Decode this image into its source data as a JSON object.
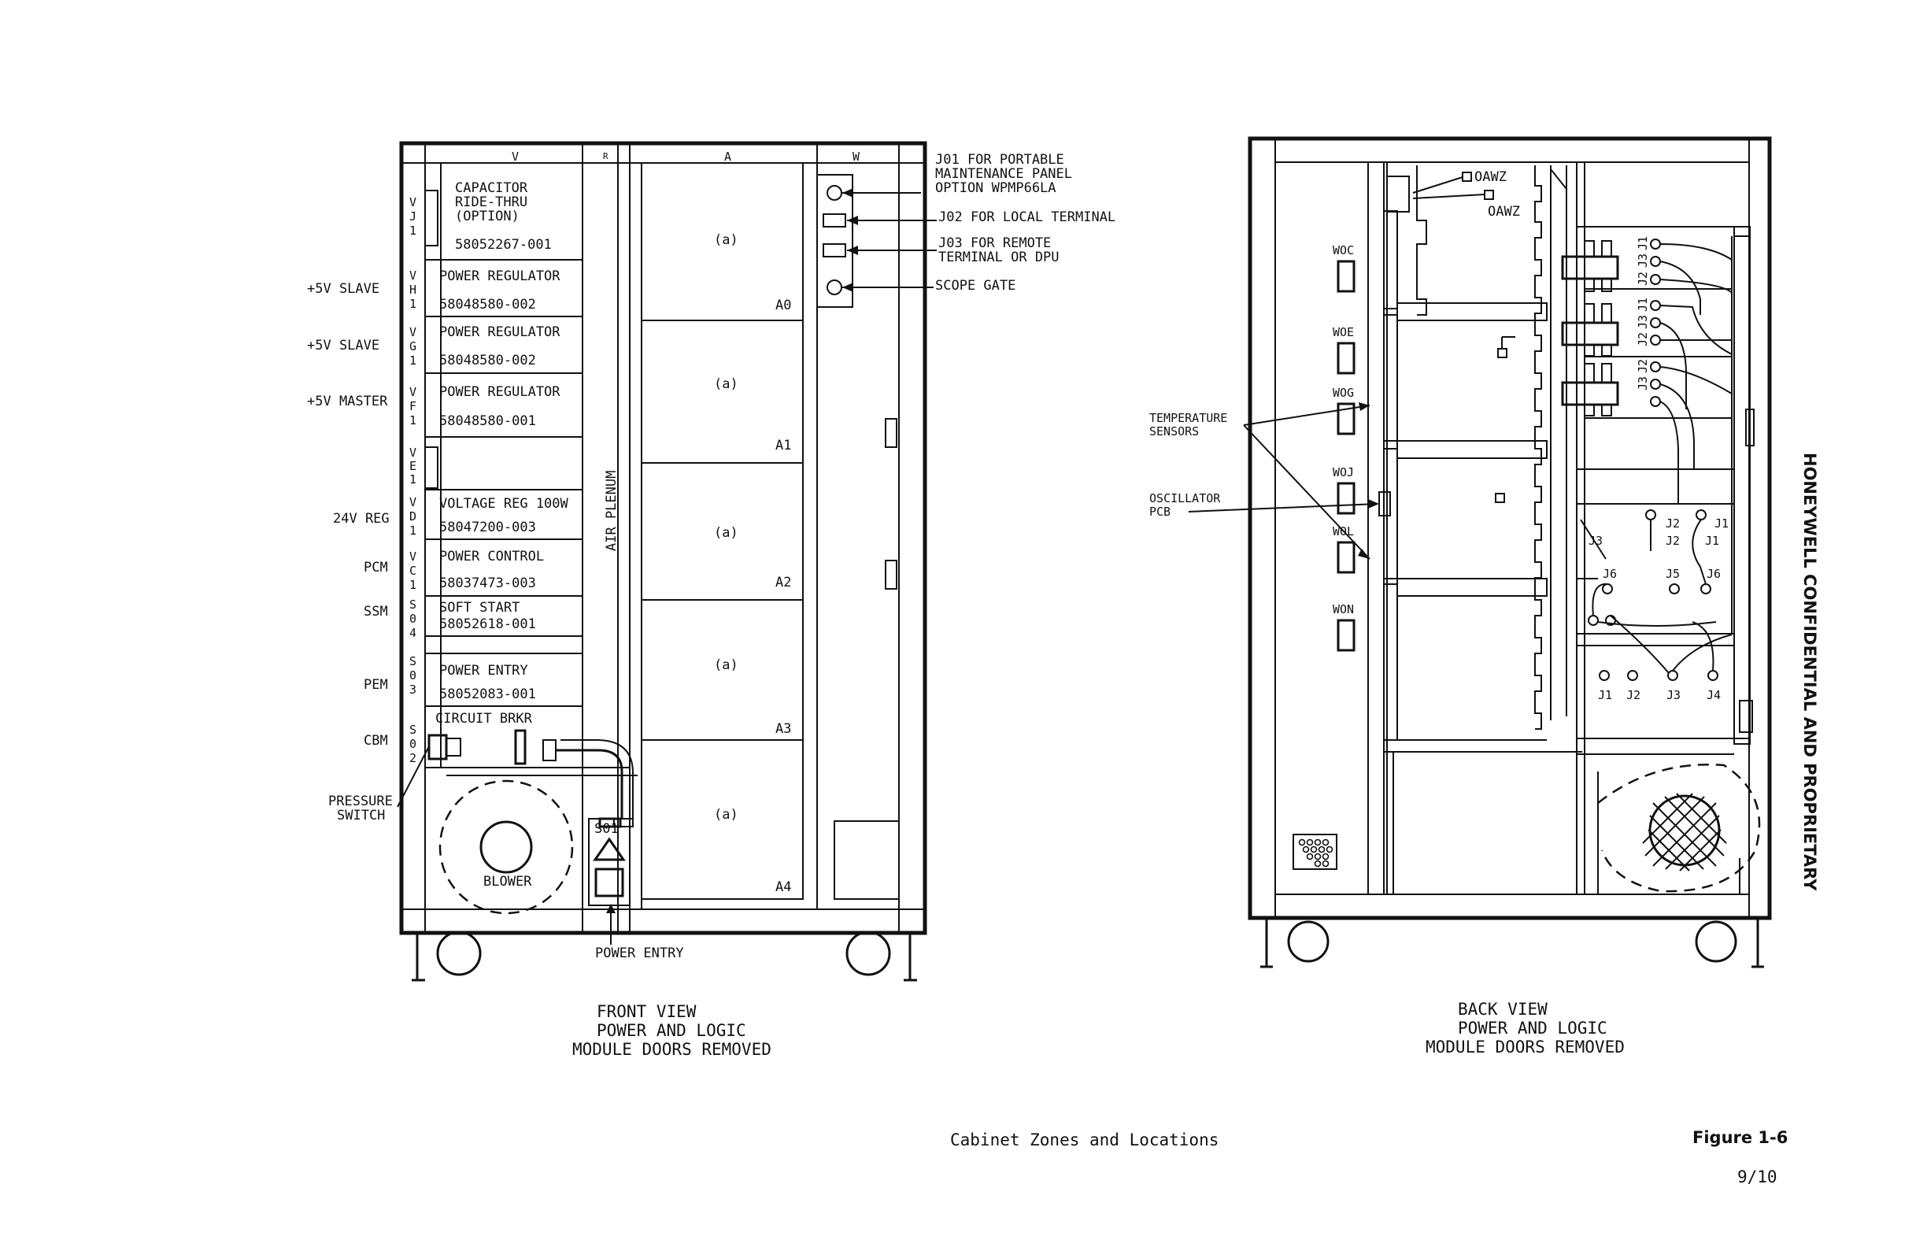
{
  "front_view": {
    "column_headers": [
      "V",
      "R",
      "A",
      "W"
    ],
    "slot_codes": {
      "vj1": [
        "V",
        "J",
        "1"
      ],
      "vh1": [
        "V",
        "H",
        "1"
      ],
      "vg1": [
        "V",
        "G",
        "1"
      ],
      "vf1": [
        "V",
        "F",
        "1"
      ],
      "ve1": [
        "V",
        "E",
        "1"
      ],
      "vd1": [
        "V",
        "D",
        "1"
      ],
      "vc1": [
        "V",
        "C",
        "1"
      ],
      "s04": [
        "S",
        "0",
        "4"
      ],
      "s03": [
        "S",
        "0",
        "3"
      ],
      "s02": [
        "S",
        "0",
        "2"
      ]
    },
    "modules": {
      "capacitor": [
        "CAPACITOR",
        "RIDE-THRU",
        "(OPTION)"
      ],
      "capacitor_pn": "58052267-001",
      "reg1": "POWER REGULATOR",
      "reg1_pn": "58048580-002",
      "reg2": "POWER REGULATOR",
      "reg2_pn": "58048580-002",
      "reg3": "POWER REGULATOR",
      "reg3_pn": "58048580-001",
      "vreg": "VOLTAGE REG 100W",
      "vreg_pn": "58047200-003",
      "pctl": "POWER CONTROL",
      "pctl_pn": "58037473-003",
      "soft": "SOFT START",
      "soft_pn": "58052618-001",
      "pentry": "POWER ENTRY",
      "pentry_pn": "58052083-001",
      "breaker": "CIRCUIT BRKR"
    },
    "side_labels": {
      "slave1": "+5V SLAVE",
      "slave2": "+5V SLAVE",
      "master": "+5V MASTER",
      "reg24": "24V REG",
      "pcm": "PCM",
      "ssm": "SSM",
      "pem": "PEM",
      "cbm": "CBM",
      "pressure": [
        "PRESSURE",
        "SWITCH"
      ]
    },
    "air_plenum": "AIR PLENUM",
    "a_slots": [
      "A0",
      "A1",
      "A2",
      "A3",
      "A4"
    ],
    "a_note": "(a)",
    "blower": "BLOWER",
    "s01": "S01",
    "power_entry": "POWER ENTRY",
    "callouts": {
      "j01": [
        "J01 FOR PORTABLE",
        "MAINTENANCE PANEL",
        "OPTION WPMP66LA"
      ],
      "j02": "J02 FOR LOCAL TERMINAL",
      "j03": [
        "J03 FOR REMOTE",
        "TERMINAL OR DPU"
      ],
      "scope": "SCOPE GATE"
    },
    "caption": [
      "FRONT VIEW",
      "POWER AND LOGIC",
      "MODULE DOORS REMOVED"
    ]
  },
  "back_view": {
    "oawz_1": "OAWZ",
    "oawz_2": "OAWZ",
    "connectors": [
      "WOC",
      "WOE",
      "WOG",
      "WOJ",
      "WOL",
      "WON"
    ],
    "temp_label": [
      "TEMPERATURE",
      "SENSORS"
    ],
    "osc_label": [
      "OSCILLATOR",
      "PCB"
    ],
    "jacks_upper": [
      "J1",
      "J3",
      "J2",
      "J1",
      "J3",
      "J2",
      "J2",
      "J3"
    ],
    "jacks_mid": {
      "j2a": "J2",
      "j1a": "J1",
      "j3": "J3",
      "j2b": "J2",
      "j1b": "J1",
      "j6a": "J6",
      "j5": "J5",
      "j6b": "J6"
    },
    "jacks_lower": [
      "J1",
      "J2",
      "J3",
      "J4"
    ],
    "caption": [
      "BACK VIEW",
      "POWER AND LOGIC",
      "MODULE DOORS REMOVED"
    ]
  },
  "footer": {
    "title": "Cabinet Zones and Locations",
    "figure": "Figure 1-6",
    "page": "9/10",
    "vertical_notice": "HONEYWELL CONFIDENTIAL AND PROPRIETARY"
  }
}
